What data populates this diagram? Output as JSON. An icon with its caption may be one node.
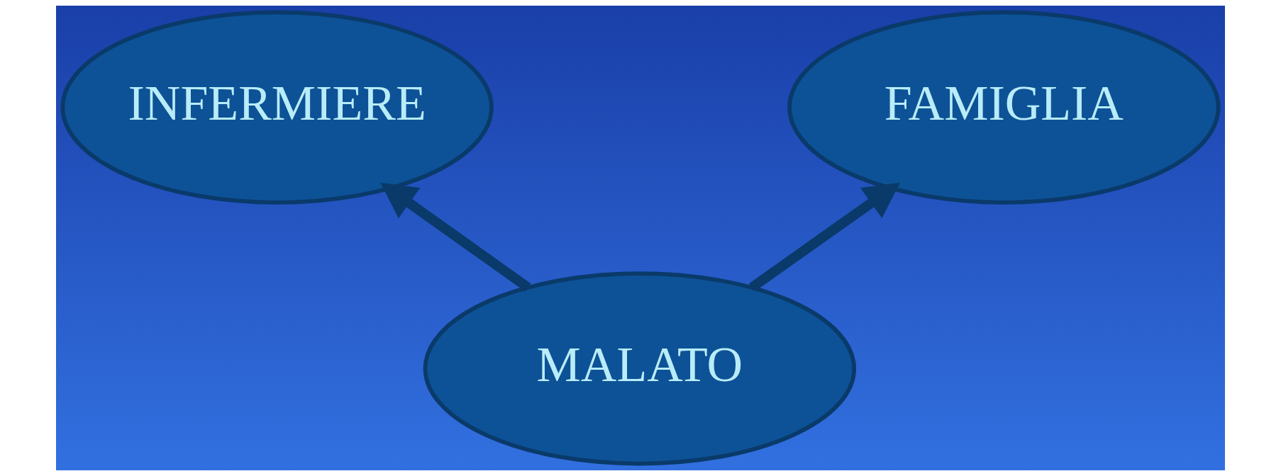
{
  "diagram": {
    "nodes": [
      {
        "text": [
          "INFERMIERE"
        ]
      },
      {
        "text": [
          "FAMIGLIA"
        ]
      },
      {
        "text": [
          "MALATO"
        ]
      }
    ],
    "edges": [
      {
        "from": 2,
        "to": 0,
        "arrow": "to"
      },
      {
        "from": 2,
        "to": 1,
        "arrow": "to"
      }
    ]
  }
}
